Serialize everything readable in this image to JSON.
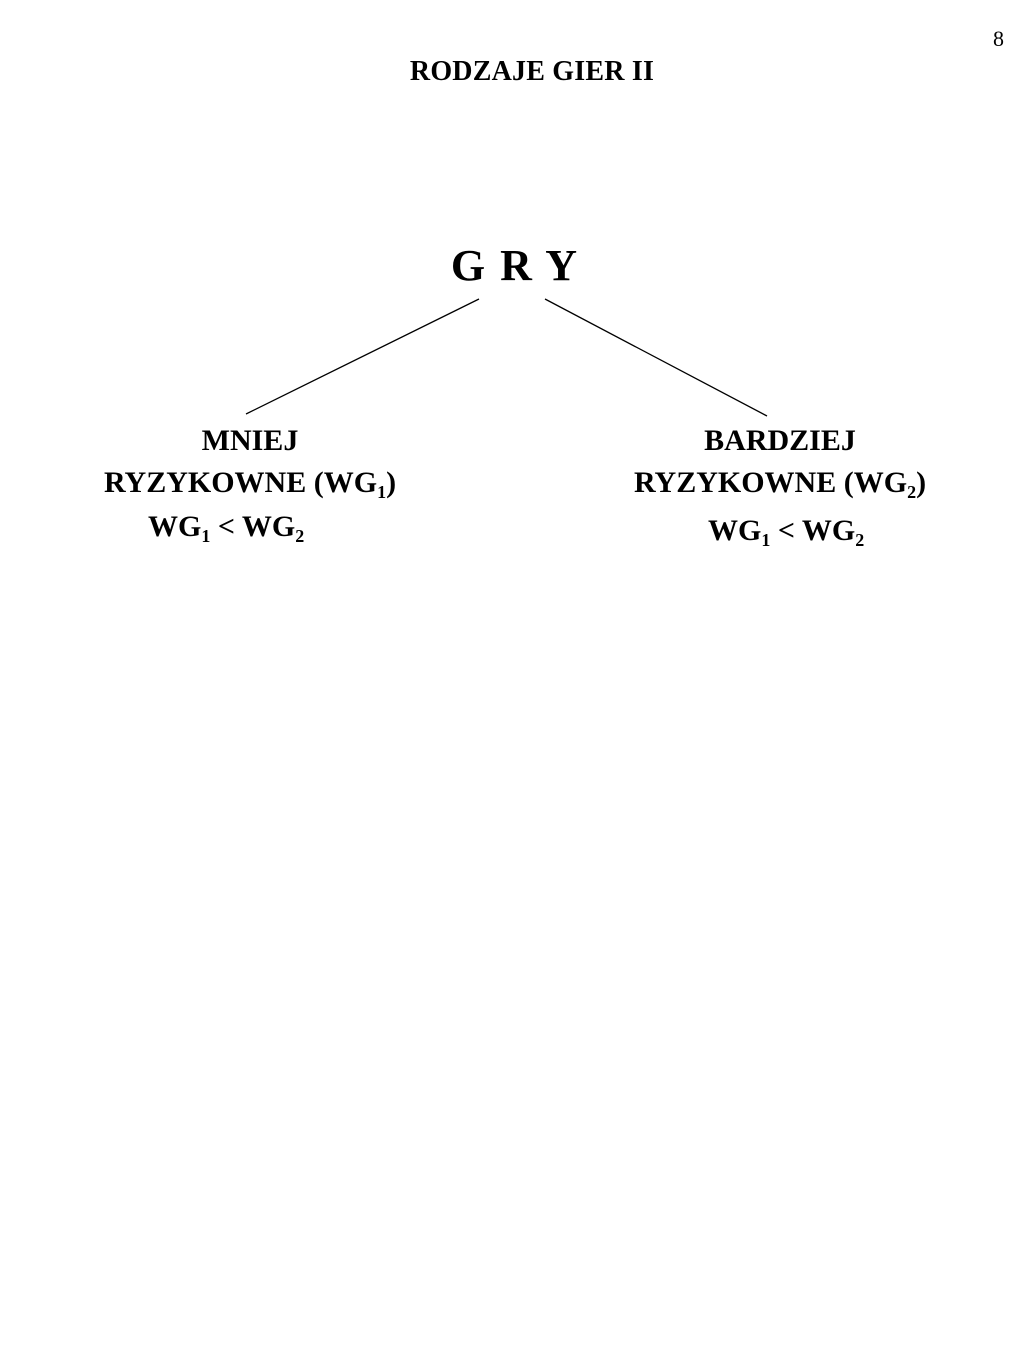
{
  "page": {
    "number": "8",
    "title": "RODZAJE GIER  II"
  },
  "tree": {
    "root": "G R Y",
    "left": {
      "line1": "MNIEJ",
      "line2_prefix": "RYZYKOWNE (WG",
      "line2_sub": "1",
      "line2_suffix": ")",
      "relation": {
        "a": "WG",
        "a_sub": "1",
        "op": " < ",
        "b": "WG",
        "b_sub": "2"
      }
    },
    "right": {
      "line1": "BARDZIEJ",
      "line2_prefix": "RYZYKOWNE (WG",
      "line2_sub": "2",
      "line2_suffix": ")",
      "relation": {
        "a": "WG",
        "a_sub": "1",
        "op": " < ",
        "b": "WG",
        "b_sub": "2"
      }
    }
  }
}
